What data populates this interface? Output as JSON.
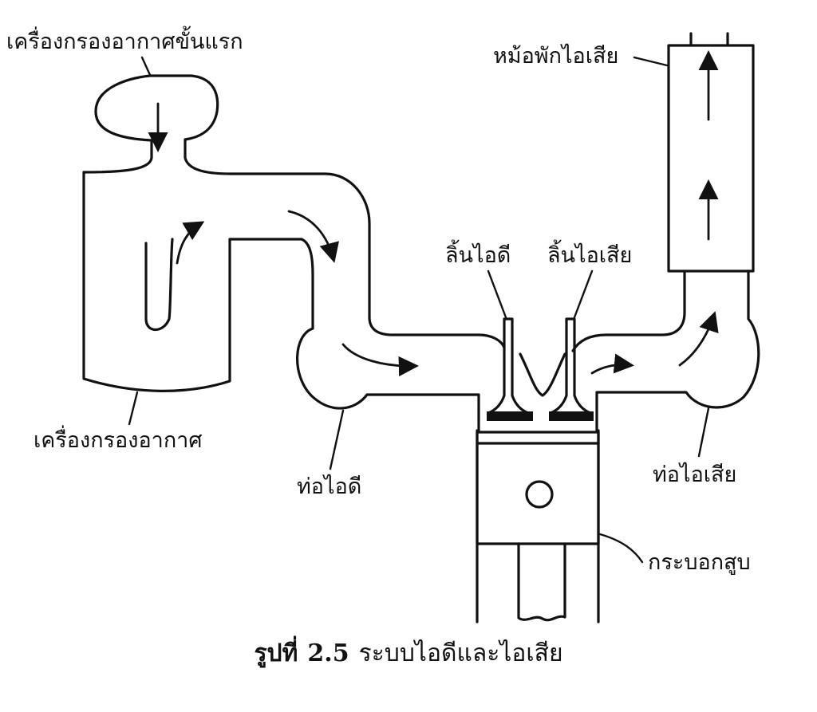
{
  "labels": {
    "primary_air_filter": "เครื่องกรองอากาศขั้นแรก",
    "air_filter": "เครื่องกรองอากาศ",
    "intake_pipe": "ท่อไอดี",
    "intake_valve": "ลิ้นไอดี",
    "exhaust_valve": "ลิ้นไอเสีย",
    "muffler": "หม้อพักไอเสีย",
    "exhaust_pipe": "ท่อไอเสีย",
    "cylinder": "กระบอกสูบ"
  },
  "caption": {
    "prefix": "รูปที่",
    "number": "2.5",
    "title": "ระบบไอดีและไอเสีย"
  },
  "colors": {
    "ink": "#111111",
    "background": "#ffffff"
  }
}
